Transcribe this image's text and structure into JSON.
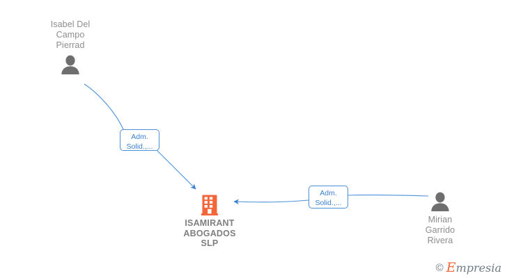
{
  "diagram": {
    "type": "org-relationship-graph",
    "background_color": "#ffffff",
    "nodes": [
      {
        "id": "person-isabel",
        "kind": "person",
        "label": "Isabel Del\nCampo\nPierrad",
        "icon": "person-icon",
        "color": "#6e6e6e"
      },
      {
        "id": "company-isamirant",
        "kind": "company",
        "label": "ISAMIRANT\nABOGADOS\nSLP",
        "icon": "building-icon",
        "color": "#f4663a"
      },
      {
        "id": "person-mirian",
        "kind": "person",
        "label": "Mirian\nGarrido\nRivera",
        "icon": "person-icon",
        "color": "#6e6e6e"
      }
    ],
    "edges": [
      {
        "id": "edge-isabel-to-company",
        "from": "person-isabel",
        "to": "company-isamirant",
        "label": "Adm.\nSolid.,...",
        "color": "#4a90d9",
        "arrow": "to"
      },
      {
        "id": "edge-mirian-to-company",
        "from": "person-mirian",
        "to": "company-isamirant",
        "label": "Adm.\nSolid.,...",
        "color": "#4a90d9",
        "arrow": "to"
      }
    ]
  },
  "watermark": {
    "copyright": "©",
    "brand_initial": "E",
    "brand_rest": "mpresia",
    "accent_color": "#f4663a",
    "text_color": "#6d7b85"
  }
}
